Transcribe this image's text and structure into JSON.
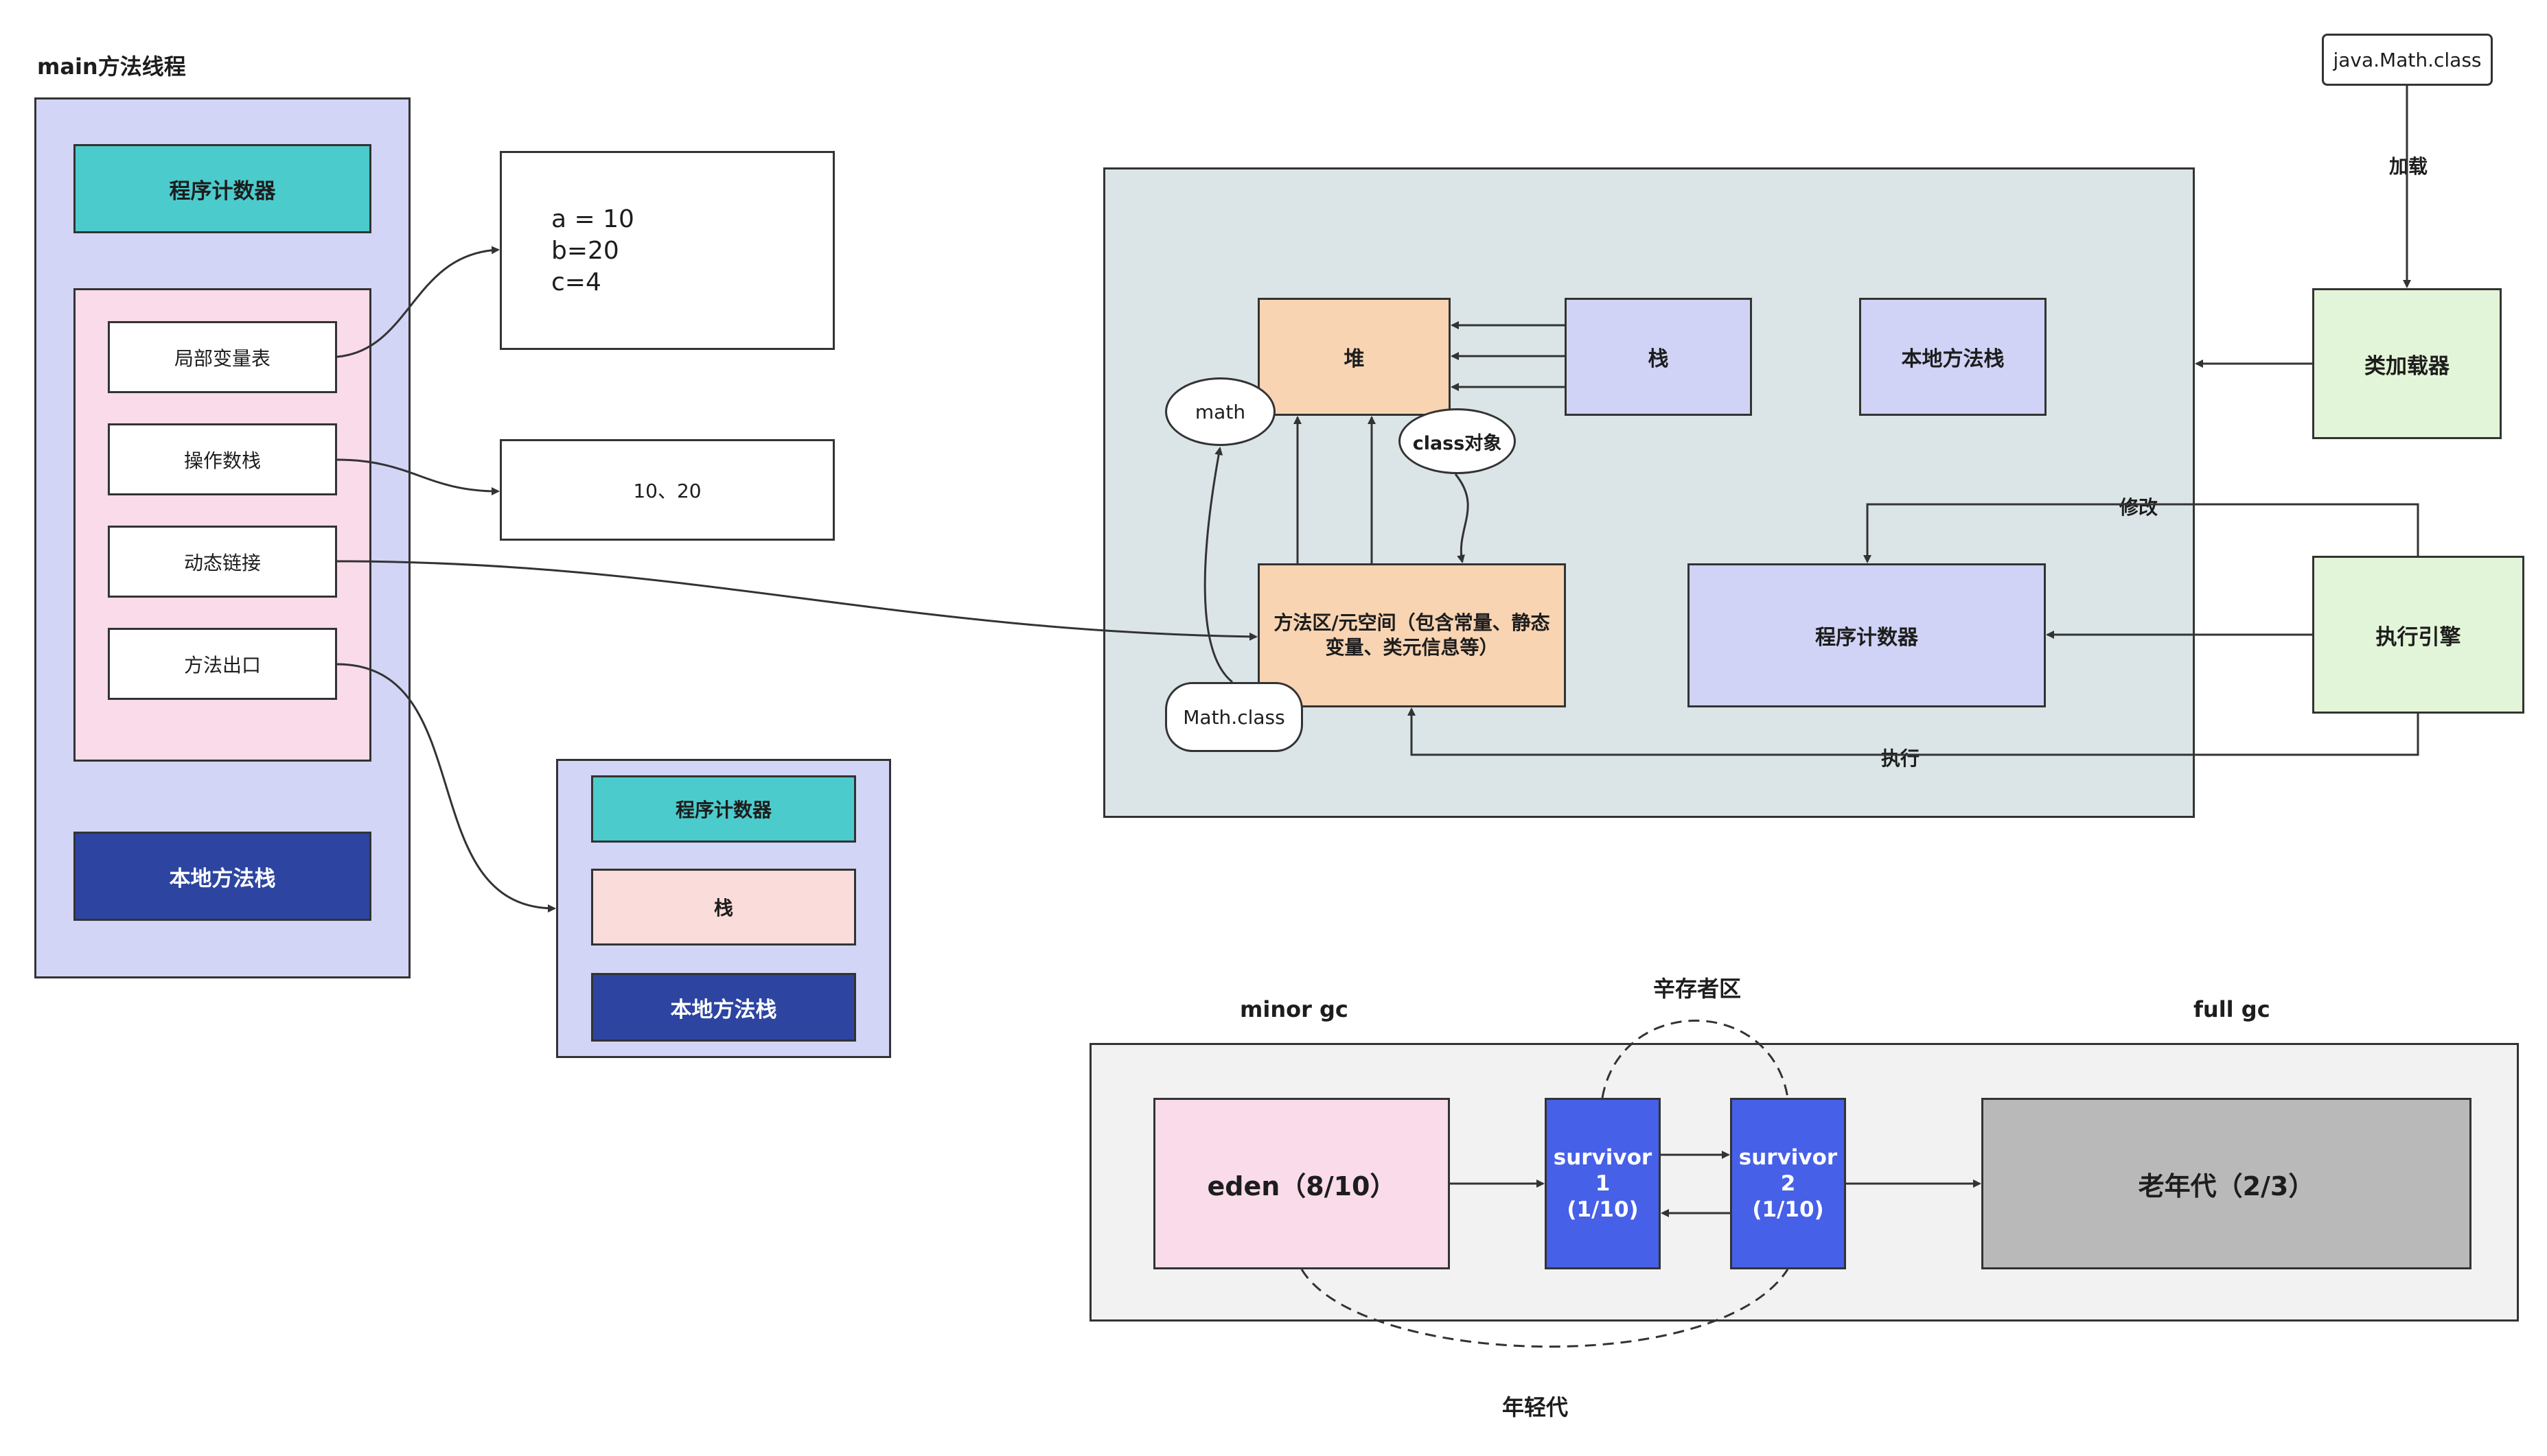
{
  "thread": {
    "title": "main方法线程",
    "pc": "程序计数器",
    "frame_items": [
      "局部变量表",
      "操作数栈",
      "动态链接",
      "方法出口"
    ],
    "native_stack": "本地方法栈"
  },
  "locals_box": {
    "lines": "a = 10\nb=20\nc=4"
  },
  "operand_box": {
    "text": "10、20"
  },
  "new_thread": {
    "pc": "程序计数器",
    "stack": "栈",
    "native_stack": "本地方法栈"
  },
  "jvm": {
    "heap": "堆",
    "stack": "栈",
    "native_stack": "本地方法栈",
    "math_obj": "math",
    "class_obj": "class对象",
    "method_area": "方法区/元空间（包含常量、静态变量、类元信息等）",
    "math_class": "Math.class",
    "pc": "程序计数器"
  },
  "external": {
    "java_class": "java.Math.class",
    "load_label": "加载",
    "class_loader": "类加载器",
    "engine": "执行引擎",
    "modify_label": "修改",
    "execute_label": "执行"
  },
  "gc": {
    "minor_gc": "minor gc",
    "survivor_area": "辛存者区",
    "full_gc": "full gc",
    "eden": "eden（8/10）",
    "survivor1": "survivor\n1\n(1/10)",
    "survivor2": "survivor\n2\n(1/10)",
    "old_gen": "老年代（2/3）",
    "young_gen": "年轻代"
  },
  "colors": {
    "thread_bg": "#d3d5f7",
    "teal": "#4ccbcc",
    "navy": "#2d45a1",
    "pink": "#f9dbe9",
    "jvm_bg": "#dbe5e7",
    "peach": "#f8d4b2",
    "lavender": "#d0d3f5",
    "green": "#e3f5d8",
    "blue": "#4660e8",
    "gray": "#b9b9b9",
    "light_gray": "#f2f2f2"
  }
}
